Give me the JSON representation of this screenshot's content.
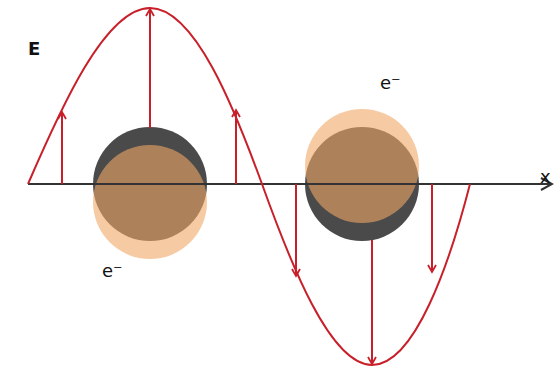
{
  "diagram": {
    "labels": [
      "E",
      "e⁻",
      "e⁻",
      "x"
    ]
  }
}
